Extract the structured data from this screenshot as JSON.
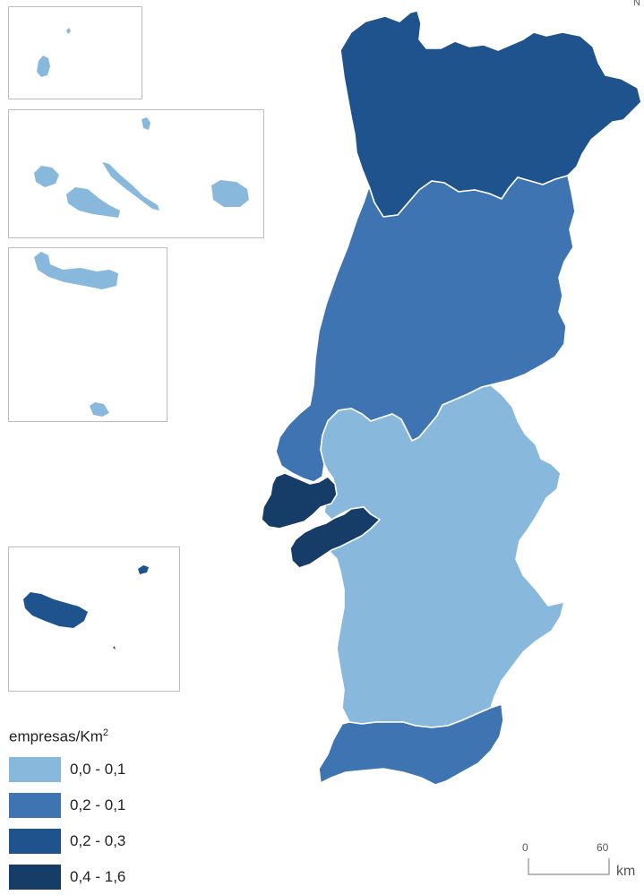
{
  "north_label": "N",
  "legend": {
    "title": "empresas/Km",
    "title_superscript": "2",
    "classes": [
      {
        "label": "0,0 - 0,1",
        "color": "#88b9dc"
      },
      {
        "label": "0,2 - 0,1",
        "color": "#3f74b2"
      },
      {
        "label": "0,2 - 0,3",
        "color": "#1f538d"
      },
      {
        "label": "0,4 - 1,6",
        "color": "#163c68"
      }
    ]
  },
  "scale": {
    "start": "0",
    "end": "60",
    "unit": "km"
  },
  "regions": {
    "norte": "0,2 - 0,3",
    "centro": "0,2 - 0,1",
    "area_metropolitana_lisboa": "0,4 - 1,6",
    "alentejo": "0,0 - 0,1",
    "algarve": "0,2 - 0,1",
    "acores": "0,0 - 0,1",
    "madeira": "0,2 - 0,3"
  },
  "colors": {
    "boundary": "#ffffff",
    "inset_border": "#bdbdbd",
    "text": "#222222"
  }
}
